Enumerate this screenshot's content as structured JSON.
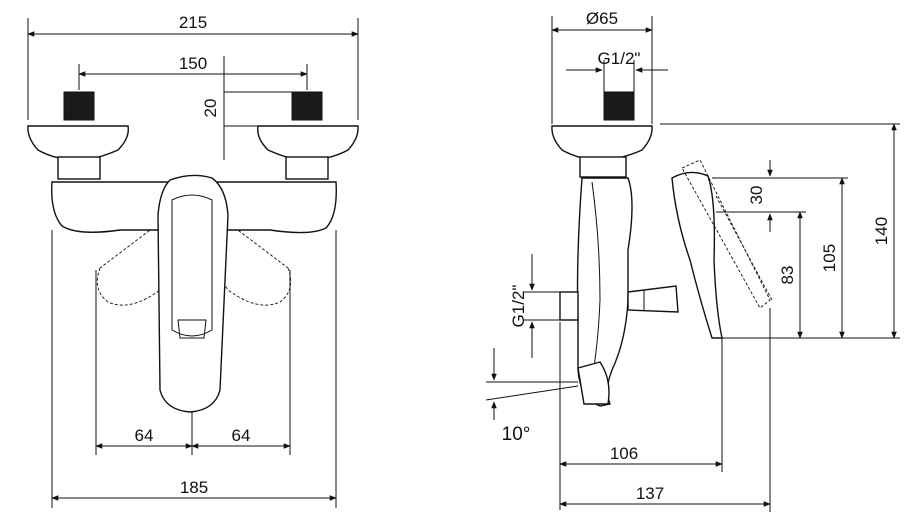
{
  "front_view": {
    "overall_width": "215",
    "inlet_spacing": "150",
    "inlet_offset": "20",
    "lever_swing_left": "64",
    "lever_swing_right": "64",
    "body_width": "185"
  },
  "side_view": {
    "escutcheon_diameter": "Ø65",
    "inlet_thread": "G1/2\"",
    "outlet_thread": "G1/2\"",
    "lever_drop": "30",
    "lever_height_a": "83",
    "lever_height_b": "105",
    "overall_height": "140",
    "spout_angle": "10°",
    "spout_depth": "106",
    "overall_depth": "137"
  }
}
